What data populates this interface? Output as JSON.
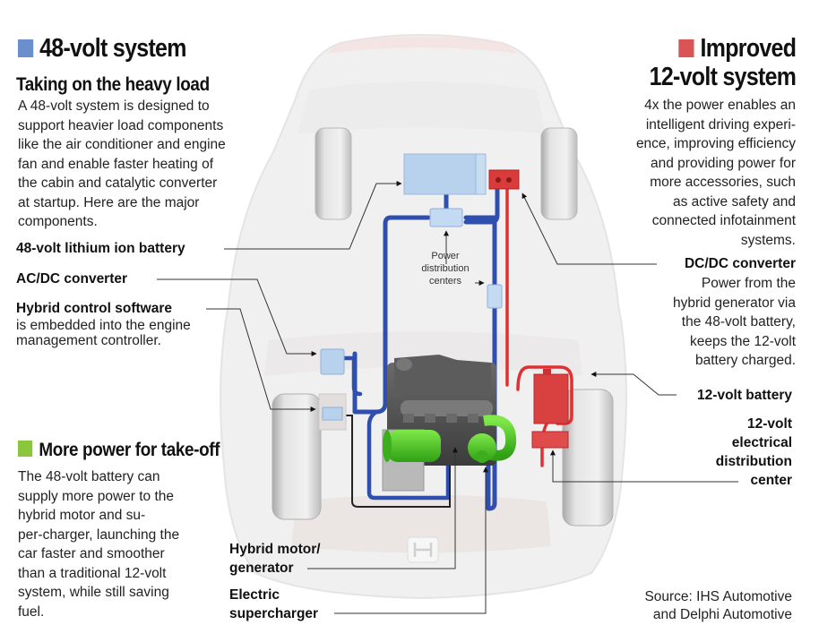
{
  "colors": {
    "system_48v": "#6b8fcc",
    "system_12v": "#d95454",
    "takeoff": "#8cc63f",
    "wire_48v": "#2f4fb0",
    "wire_12v": "#e03030",
    "component_48v": "#b8d2ee",
    "component_12v": "#d93a3a",
    "motor_green": "#55d12a",
    "engine_gray": "#555555"
  },
  "left_panel": {
    "title": "48-volt system",
    "subtitle": "Taking on the heavy load",
    "description": "A 48-volt system is designed to\nsupport heavier load components\nlike the air conditioner and engine\nfan and enable faster heating of\nthe cabin and catalytic converter\nat startup. Here are the major\ncomponents.",
    "labels": {
      "battery": "48-volt lithium ion battery",
      "acdc": "AC/DC converter",
      "software": "Hybrid control software",
      "software_desc": "is embedded into the engine\nmanagement controller."
    }
  },
  "takeoff_panel": {
    "title": "More power for take-off",
    "description": "The 48-volt battery can\nsupply more power to the\nhybrid motor and su-\nper-charger, launching the\ncar faster and smoother\nthan a traditional 12-volt\nsystem, while still saving\nfuel."
  },
  "bottom_labels": {
    "motor": "Hybrid motor/\ngenerator",
    "supercharger": "Electric\nsupercharger"
  },
  "center": {
    "power_distribution": "Power\ndistribution\ncenters"
  },
  "right_panel": {
    "title_line1": "Improved",
    "title_line2": "12-volt system",
    "description": "4x the power enables an\nintelligent driving experi-\nence, improving efficiency\nand providing power for\nmore accessories, such\nas active safety and\nconnected infotainment\nsystems.",
    "labels": {
      "dcdc": "DC/DC converter",
      "dcdc_desc": "Power from the\nhybrid generator via\nthe 48-volt battery,\nkeeps the 12-volt\nbattery charged.",
      "battery12": "12-volt battery",
      "distribution12": "12-volt\nelectrical\ndistribution\ncenter"
    }
  },
  "source": "Source: IHS Automotive\nand Delphi Automotive"
}
